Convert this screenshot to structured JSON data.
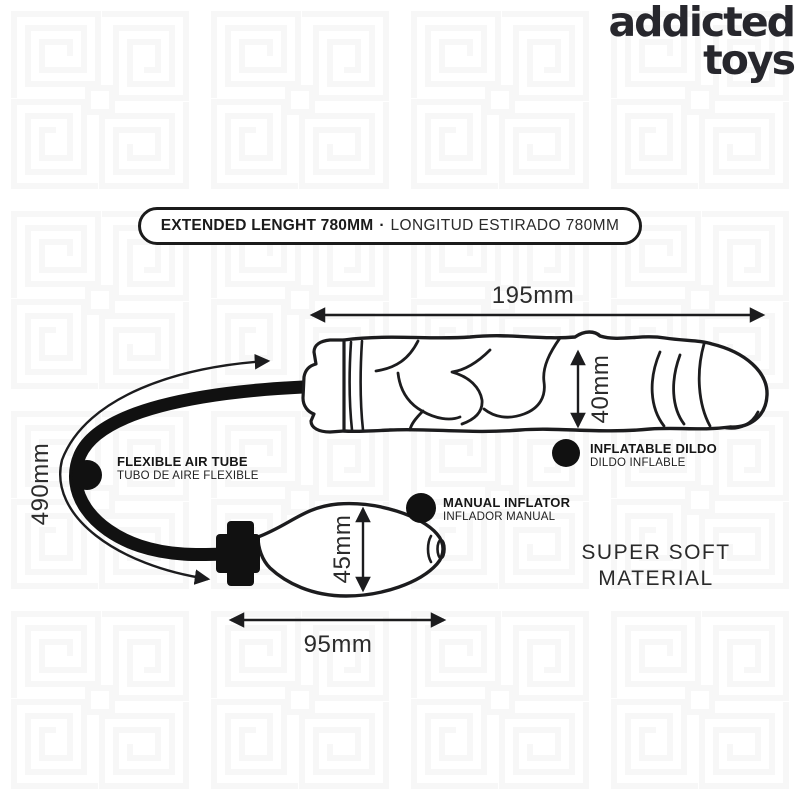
{
  "logo": {
    "line1": "addicted",
    "line2": "toys"
  },
  "banner": {
    "bold_text": "EXTENDED LENGHT 780MM",
    "separator": "·",
    "light_text": "LONGITUD ESTIRADO 780MM"
  },
  "measurements": {
    "dildo_length": "195mm",
    "dildo_diameter": "40mm",
    "air_tube_length": "490mm",
    "pump_diameter": "45mm",
    "pump_length": "95mm"
  },
  "callouts": {
    "flexible_air_tube": {
      "en": "FLEXIBLE AIR TUBE",
      "es": "TUBO DE AIRE FLEXIBLE"
    },
    "inflatable_dildo": {
      "en": "INFLATABLE DILDO",
      "es": "DILDO INFLABLE"
    },
    "manual_inflator": {
      "en": "MANUAL INFLATOR",
      "es": "INFLADOR MANUAL"
    }
  },
  "material_note": {
    "line1": "SUPER SOFT",
    "line2": "MATERIAL"
  },
  "colors": {
    "ink": "#1c1c1e",
    "logo": "#27272d",
    "maze_pattern": "#f7f7f7",
    "background": "#ffffff"
  }
}
